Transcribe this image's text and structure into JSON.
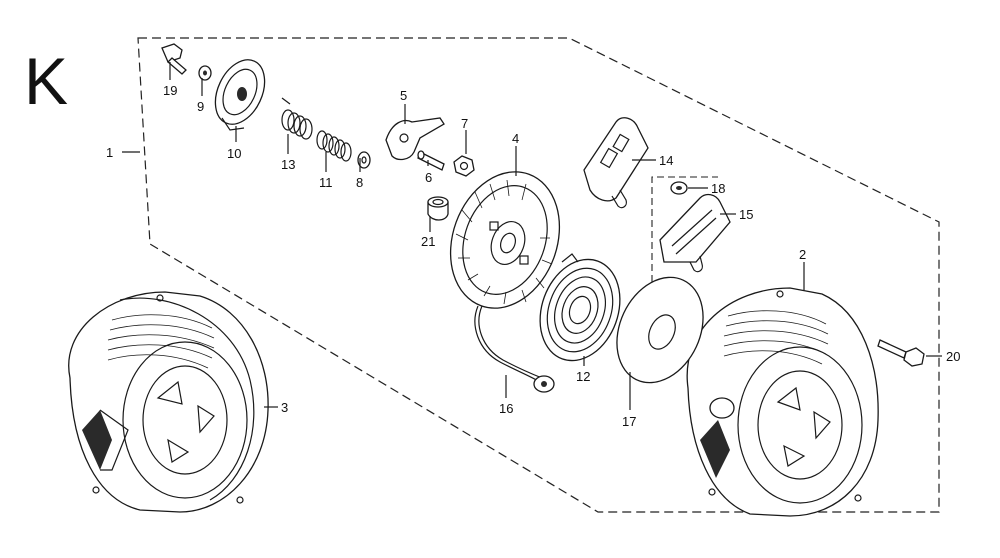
{
  "section_letter": "K",
  "callouts": [
    {
      "label": "1"
    },
    {
      "label": "2"
    },
    {
      "label": "3"
    },
    {
      "label": "4"
    },
    {
      "label": "5"
    },
    {
      "label": "6"
    },
    {
      "label": "7"
    },
    {
      "label": "8"
    },
    {
      "label": "9"
    },
    {
      "label": "10"
    },
    {
      "label": "11"
    },
    {
      "label": "12"
    },
    {
      "label": "13"
    },
    {
      "label": "14"
    },
    {
      "label": "15"
    },
    {
      "label": "16"
    },
    {
      "label": "17"
    },
    {
      "label": "18"
    },
    {
      "label": "19"
    },
    {
      "label": "20"
    },
    {
      "label": "21"
    }
  ]
}
